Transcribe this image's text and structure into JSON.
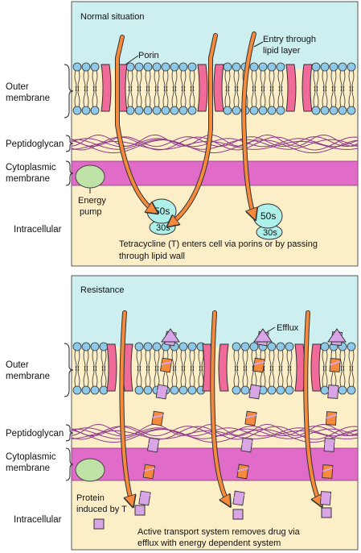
{
  "side_labels": {
    "outer_membrane": [
      "Outer",
      "membrane"
    ],
    "peptidoglycan": "Peptidoglycan",
    "cytoplasmic_membrane": [
      "Cytoplasmic",
      "membrane"
    ],
    "intracellular": "Intracellular"
  },
  "top_panel": {
    "title": "Normal situation",
    "porin_label": "Porin",
    "entry_label": [
      "Entry through",
      "lipid layer"
    ],
    "energy_pump_label": [
      "Energy",
      "pump"
    ],
    "ribosome_large": "50s",
    "ribosome_small": "30s",
    "caption": [
      "Tetracycline (T) enters cell via porins or by passing",
      "through lipid wall"
    ]
  },
  "bottom_panel": {
    "title": "Resistance",
    "efflux_label": "Efflux",
    "protein_label": [
      "Protein",
      "induced by T"
    ],
    "caption": [
      "Active transport system removes drug via",
      "efflux with energy dependent system"
    ]
  },
  "colors": {
    "extracellular": "#cdeff0",
    "periplasm": "#fcefc8",
    "cytoplasmic_membrane": "#e06bc8",
    "porin": "#f06b9a",
    "lipid_head": "#8ec9ea",
    "arrow": "#f58a3c",
    "protein": "#d9a5e6",
    "energy_pump": "#bfe3a6",
    "ribosome": "#aef0ea",
    "peptidoglycan": "#8e3a8a"
  }
}
